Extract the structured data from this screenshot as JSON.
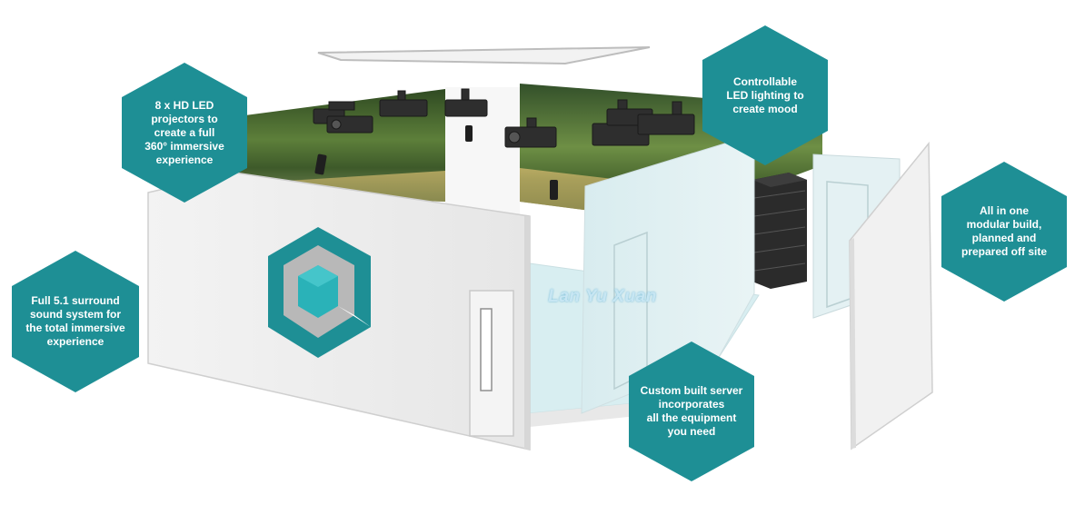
{
  "colors": {
    "accent": "#1e8f95",
    "wall": "#efefef",
    "wall_edge": "#cfcfcf",
    "glass": "#cfe8ec",
    "floor": "#dfeef0"
  },
  "icons": [
    "cube-logo-icon",
    "projector-icon",
    "speaker-icon",
    "server-rack-icon"
  ],
  "callouts": [
    {
      "id": "projectors",
      "text": "8 x HD LED\nprojectors to\ncreate a full\n360° immersive\nexperience"
    },
    {
      "id": "lighting",
      "text": "Controllable\nLED lighting to\ncreate mood"
    },
    {
      "id": "modular",
      "text": "All in one\nmodular build,\nplanned and\nprepared off site"
    },
    {
      "id": "sound",
      "text": "Full 5.1 surround\nsound system for\nthe total immersive\nexperience"
    },
    {
      "id": "server",
      "text": "Custom built server\nincorporates\nall the equipment\nyou need"
    }
  ],
  "watermark": "Lan Yu Xuan"
}
